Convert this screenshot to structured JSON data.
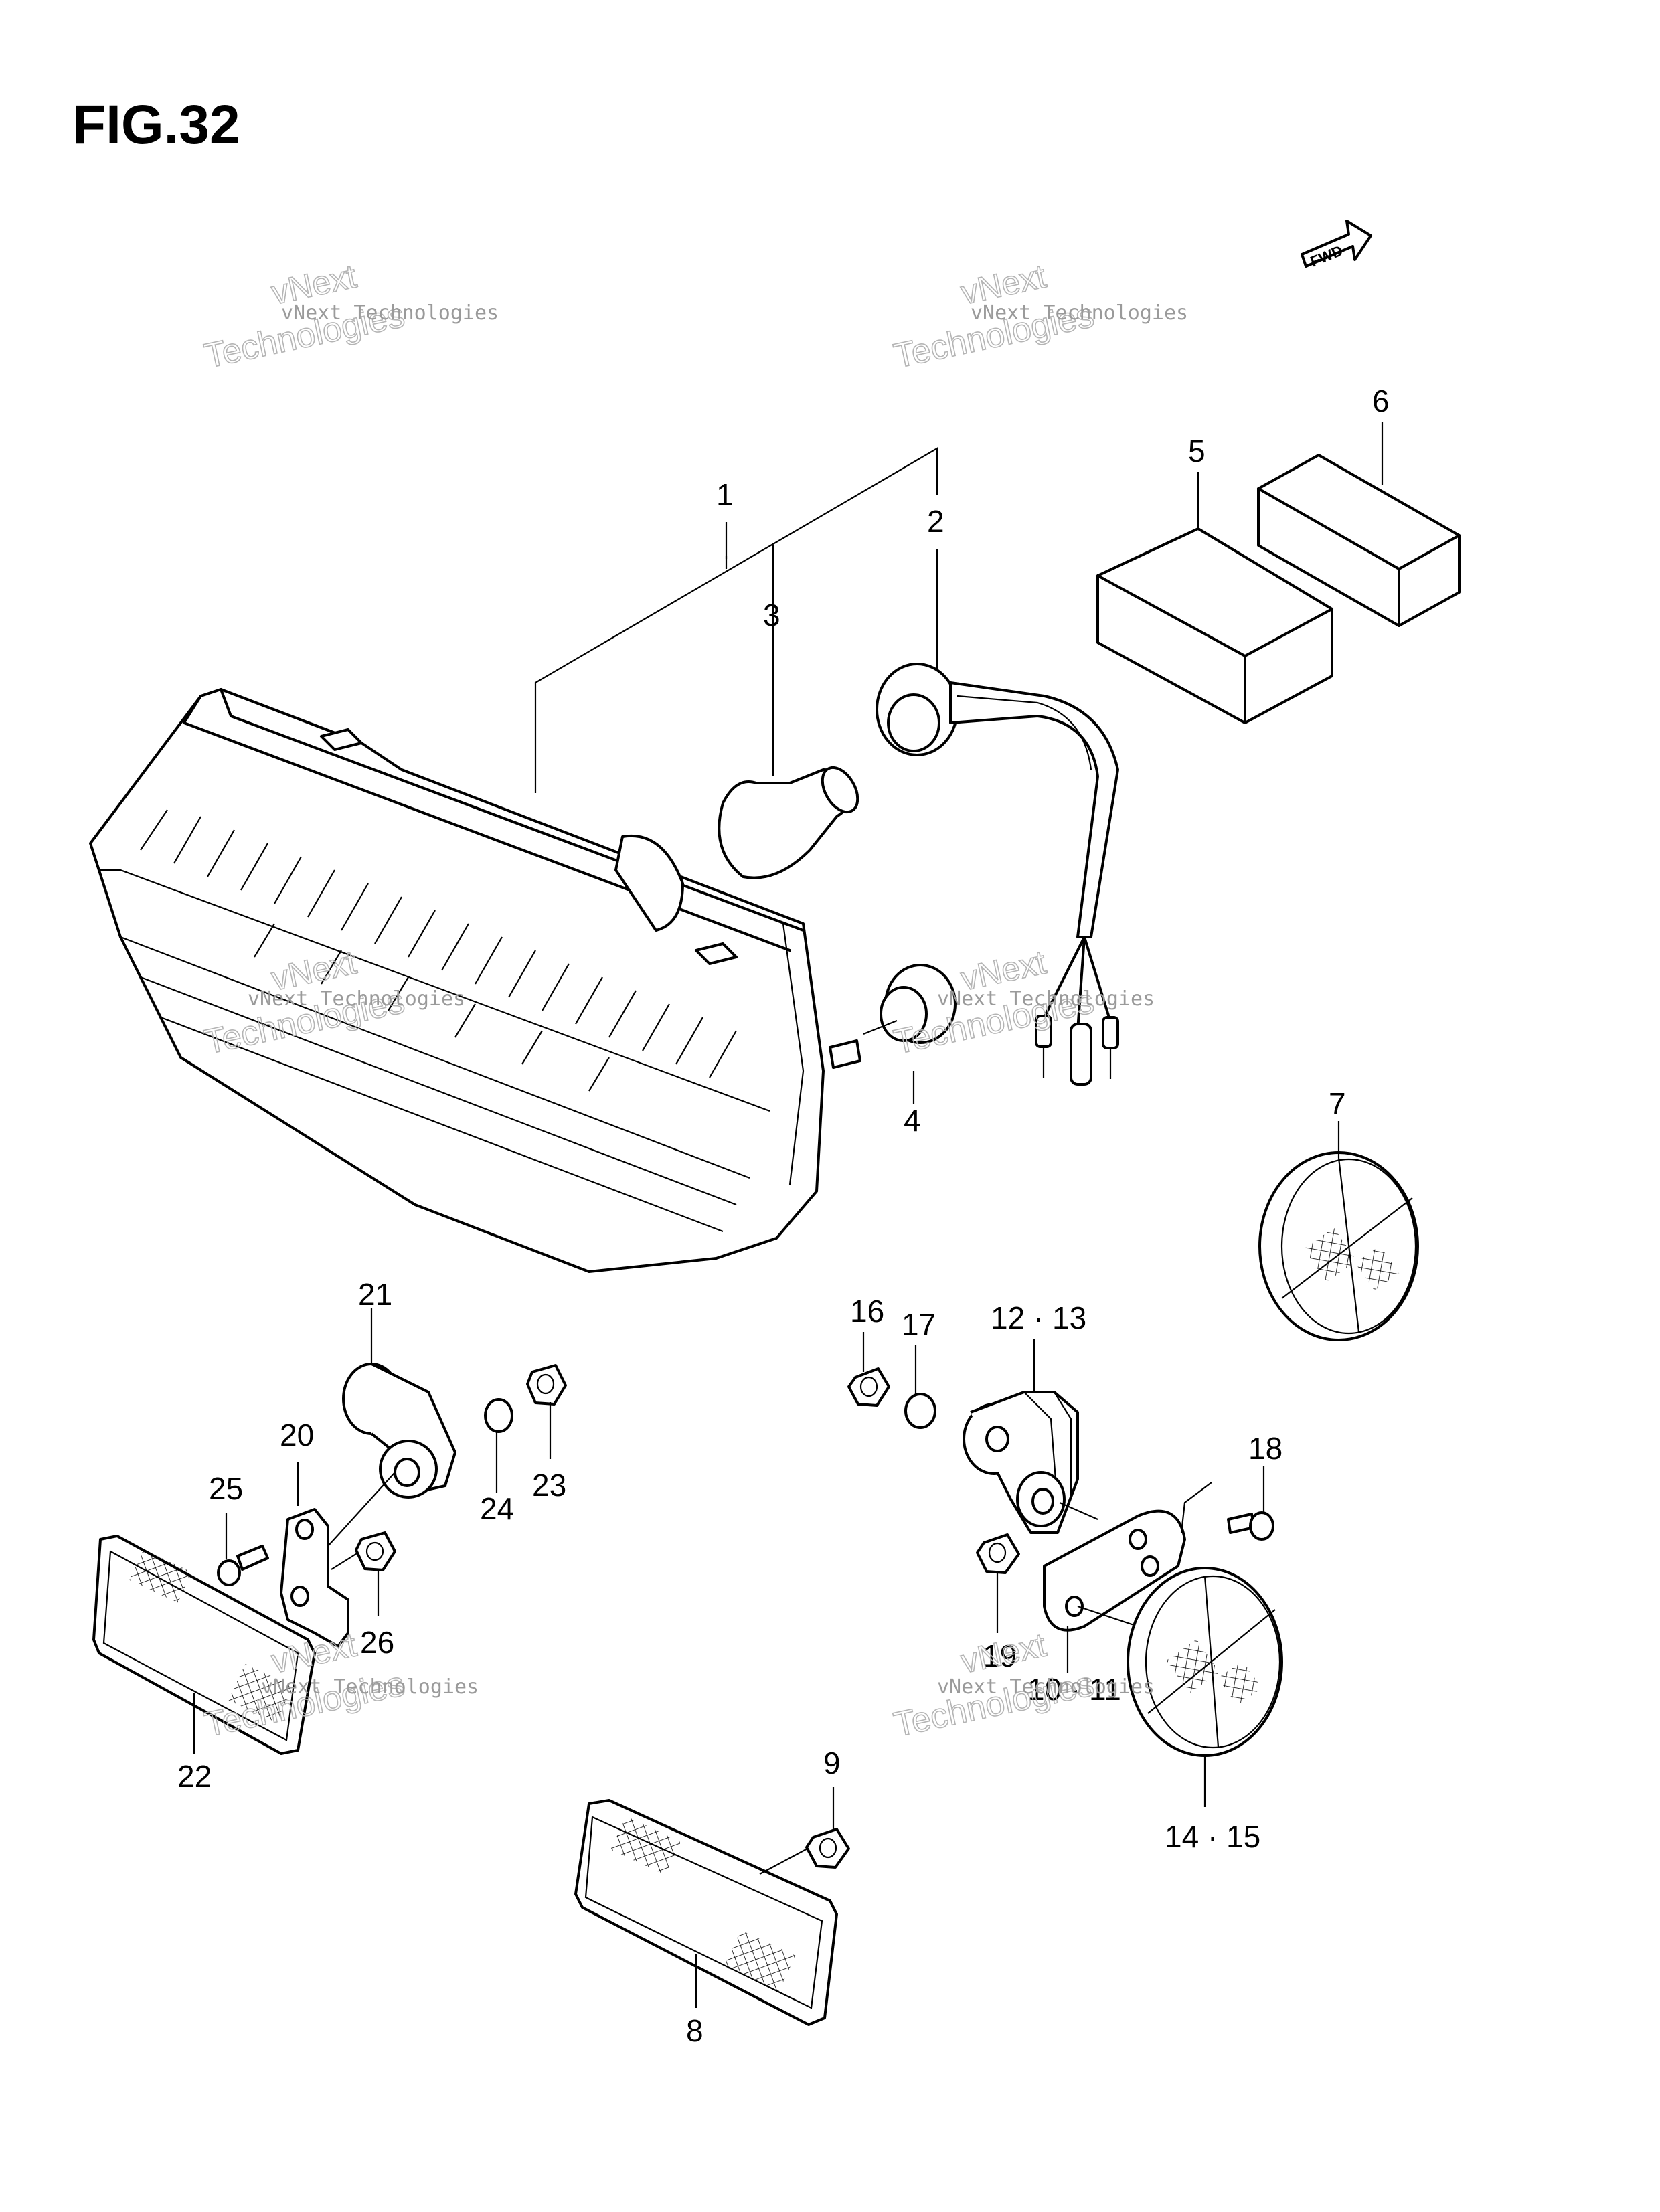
{
  "figure": {
    "title": "FIG.32",
    "fwd_label": "FWD"
  },
  "watermark": {
    "line1": "vNext Technologies",
    "big_top": "vNext",
    "big_bottom": "Technologies"
  },
  "callouts": {
    "p1": "1",
    "p2": "2",
    "p3": "3",
    "p4": "4",
    "p5": "5",
    "p6": "6",
    "p7": "7",
    "p8": "8",
    "p9": "9",
    "p10_11": "10 · 11",
    "p12_13": "12 · 13",
    "p14_15": "14 · 15",
    "p16": "16",
    "p17": "17",
    "p18": "18",
    "p19": "19",
    "p20": "20",
    "p21": "21",
    "p22": "22",
    "p23": "23",
    "p24": "24",
    "p25": "25",
    "p26": "26"
  }
}
